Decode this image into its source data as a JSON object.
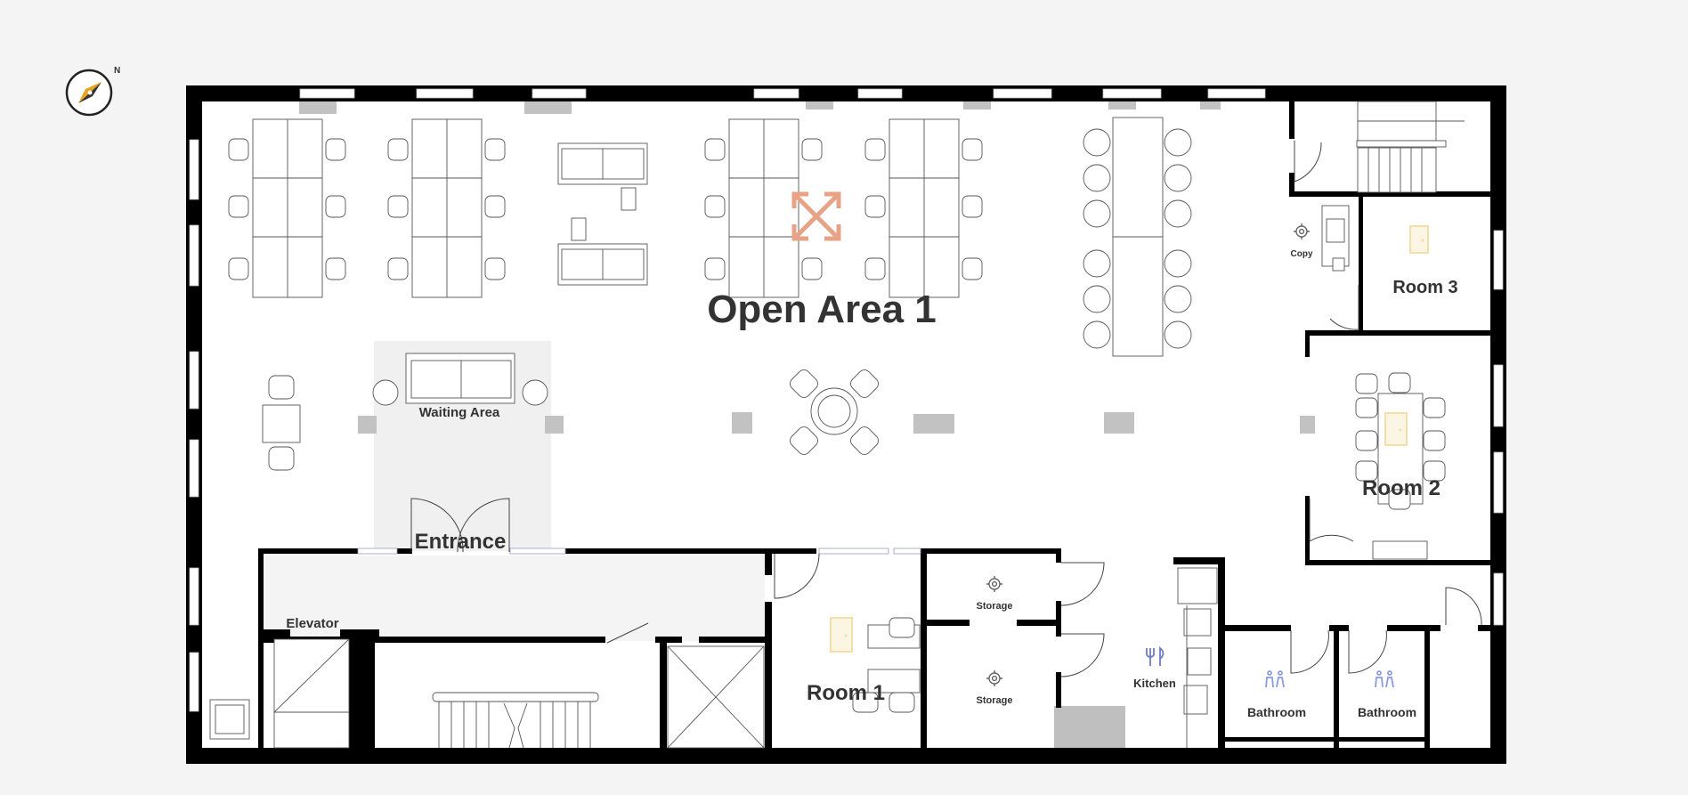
{
  "plan": {
    "title": "Open Area 1",
    "compass": {
      "label": "N",
      "icon": "compass-icon"
    },
    "rooms": {
      "open_area": "Open Area 1",
      "waiting_area": "Waiting Area",
      "entrance": "Entrance",
      "elevator": "Elevator",
      "room1": "Room 1",
      "room2": "Room 2",
      "room3": "Room 3",
      "storage_top": "Storage",
      "storage_bottom": "Storage",
      "kitchen": "Kitchen",
      "bathroom_left": "Bathroom",
      "bathroom_right": "Bathroom",
      "copy": "Copy"
    },
    "icons": {
      "move": "move-arrows-icon",
      "gear": "gear-icon",
      "door": "door-icon",
      "cutlery": "cutlery-icon",
      "restroom": "restroom-icon"
    },
    "colors": {
      "background": "#f4f4f4",
      "floor": "#ffffff",
      "wall": "#000000",
      "shaded_area": "#f0f0f0",
      "move_icon": "#e8a387",
      "door_icon": "#f3dfa7",
      "restroom_icon": "#8a9be0"
    }
  }
}
